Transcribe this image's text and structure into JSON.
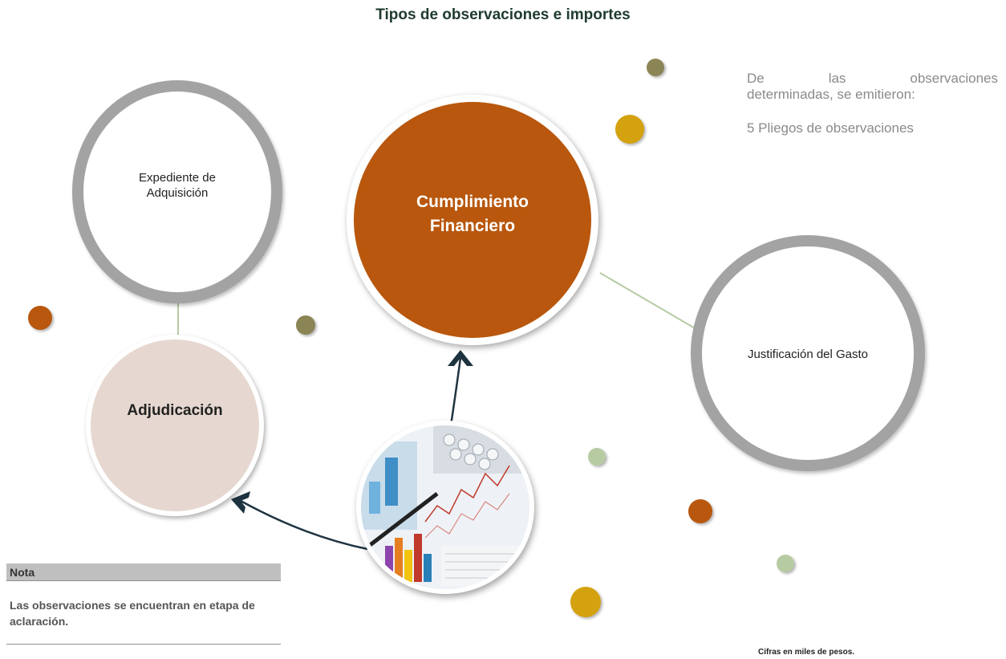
{
  "title": "Tipos de observaciones e importes",
  "nodes": {
    "expediente": "Expediente de Adquisición",
    "adjudicacion": "Adjudicación",
    "cumplimiento": "Cumplimiento Financiero",
    "justificacion": "Justificación del Gasto",
    "image": "financial-charts-photo"
  },
  "side_panel": {
    "intro_word1": "De",
    "intro_word2": "las",
    "intro_word3": "observaciones",
    "intro_line2": "determinadas, se emitieron:",
    "count_text": "5 Pliegos de observaciones"
  },
  "note": {
    "header": "Nota",
    "body": "Las observaciones se encuentran en etapa de aclaración."
  },
  "footnote": "Cifras en miles de pesos.",
  "colors": {
    "accent_orange": "#b8570d",
    "olive": "#8b8455",
    "gold": "#d4a20f",
    "sage": "#b7cba3",
    "ring_gray": "#a3a3a3",
    "title": "#1f3b2e"
  }
}
